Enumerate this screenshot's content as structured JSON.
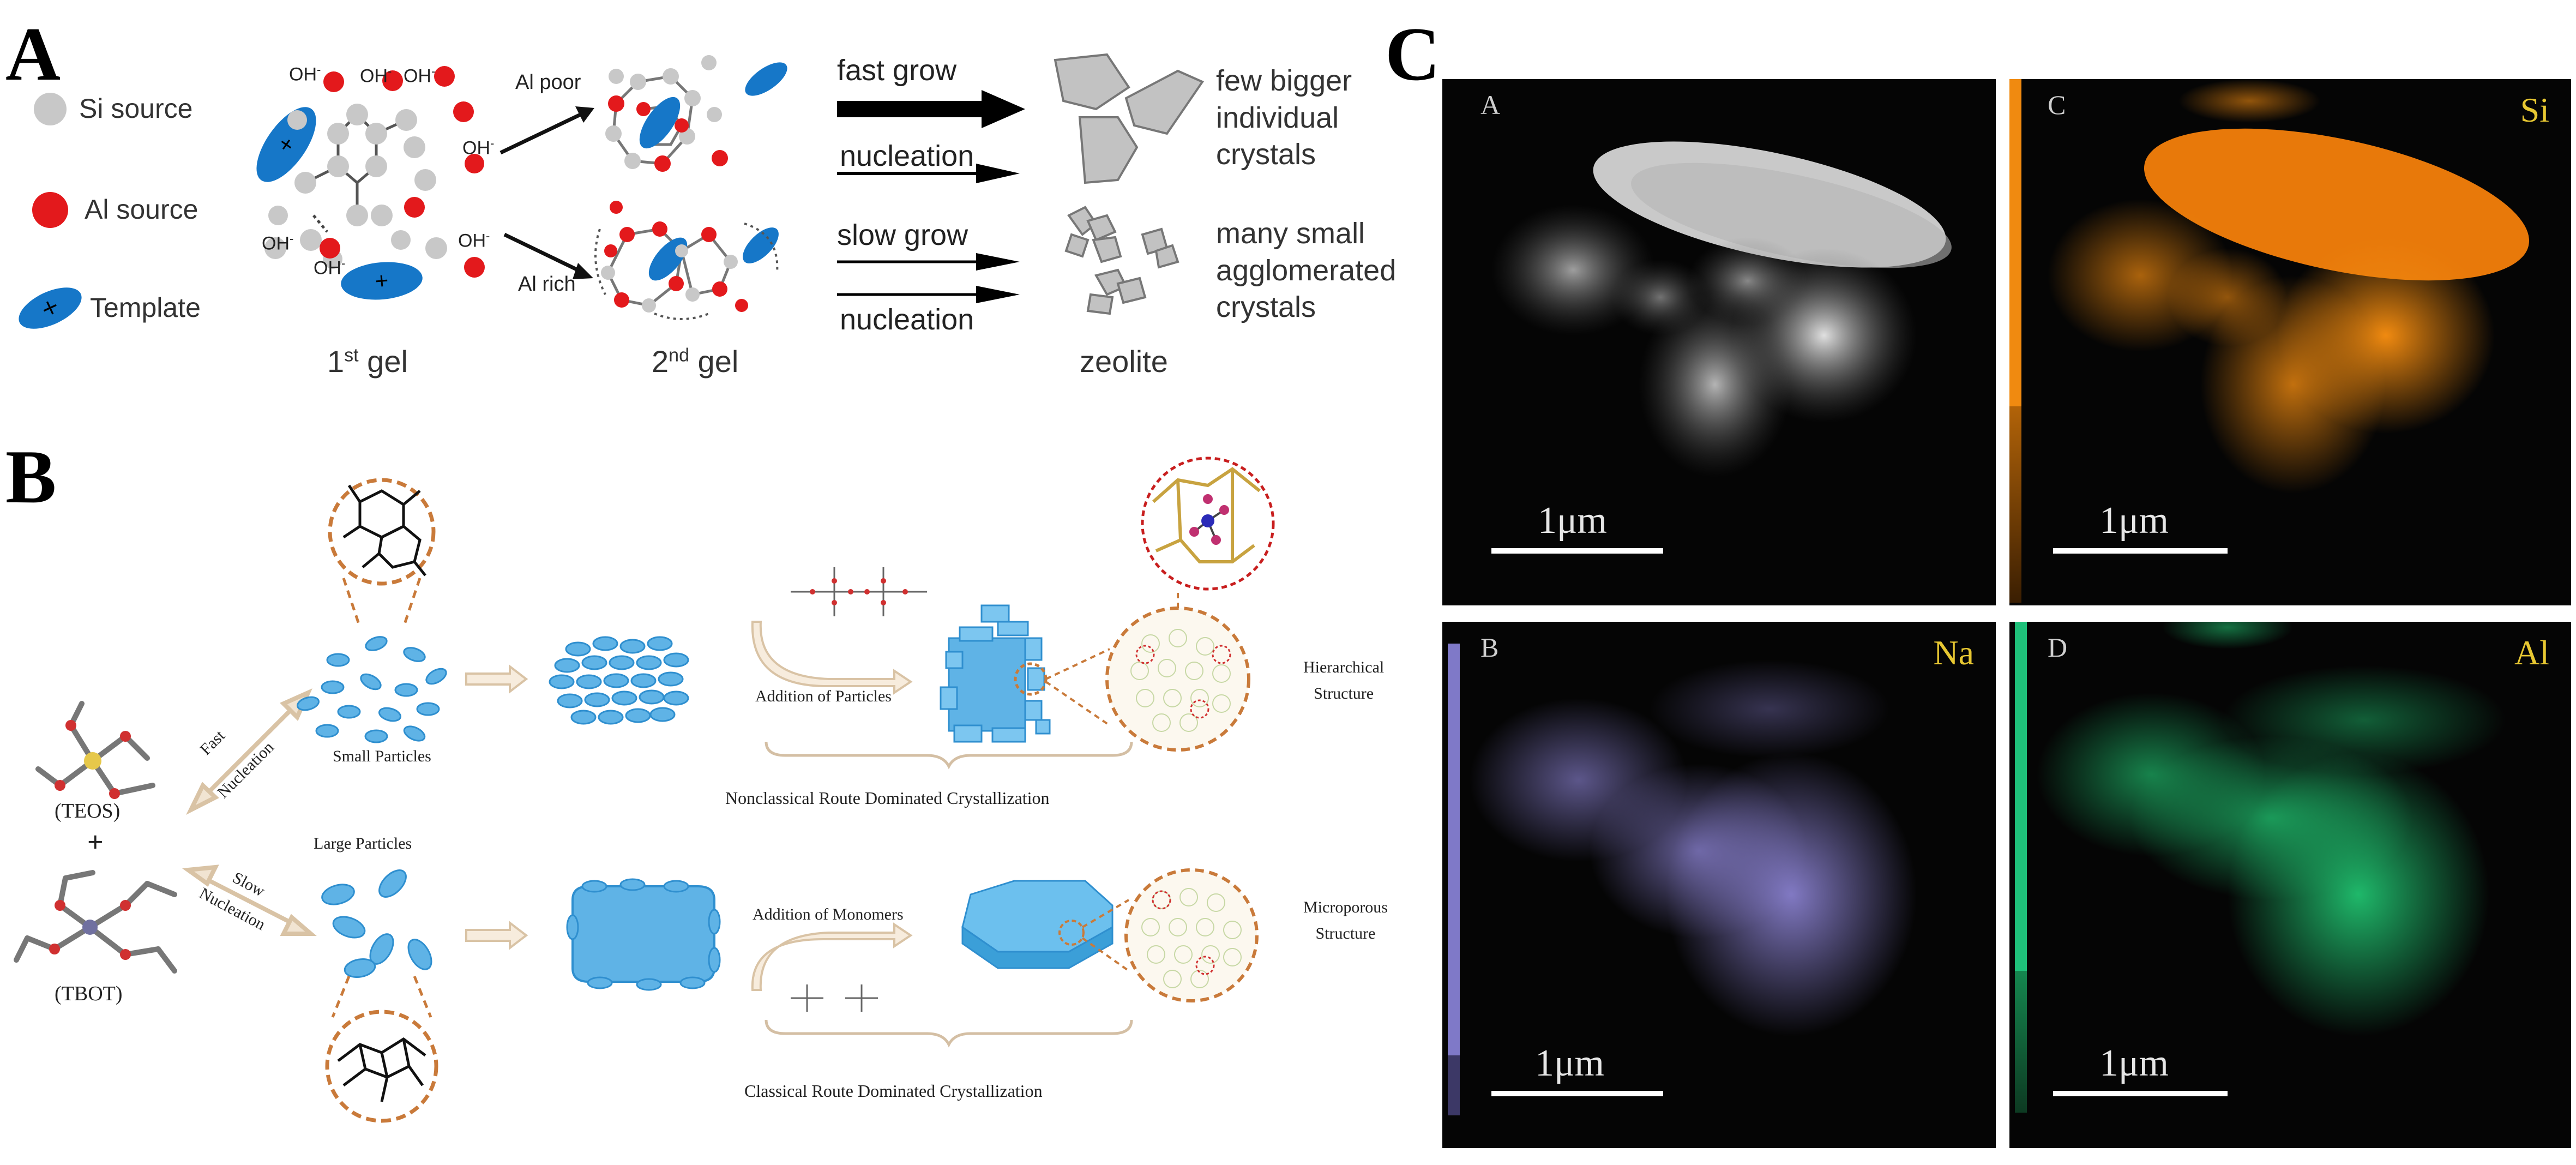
{
  "panel_a": {
    "letter": "A",
    "legend": [
      {
        "label": "Si source",
        "color": "#c8c8c8"
      },
      {
        "label": "Al source",
        "color": "#e3191c"
      },
      {
        "label": "Template",
        "color": "#1677c8"
      }
    ],
    "oh": "OH",
    "oh_sup": "-",
    "gel1_main": "1",
    "gel1_sup": "st",
    "gel1_tail": " gel",
    "gel2_main": "2",
    "gel2_sup": "nd",
    "gel2_tail": " gel",
    "al_poor": "Al poor",
    "al_rich": "Al rich",
    "fast_grow": "fast grow",
    "slow_grow": "slow grow",
    "nucleation_1": "nucleation",
    "nucleation_2": "nucleation",
    "few_bigger": [
      "few bigger",
      "individual",
      "crystals"
    ],
    "many_small": [
      "many small",
      "agglomerated",
      "crystals"
    ],
    "zeolite": "zeolite",
    "colors": {
      "si": "#c8c8c8",
      "al": "#e3191c",
      "template": "#1677c8",
      "crystal": "#bdbdbd"
    }
  },
  "panel_b": {
    "letter": "B",
    "teos": "(TEOS)",
    "plus": "+",
    "tbot": "(TBOT)",
    "fast": "Fast",
    "nucleation_fast": "Nucleation",
    "slow": "Slow",
    "nucleation_slow": "Nucleation",
    "small_particles": "Small Particles",
    "large_particles": "Large Particles",
    "addition_particles": "Addition of Particles",
    "addition_monomers": "Addition of Monomers",
    "nonclassical": "Nonclassical Route Dominated Crystallization",
    "classical": "Classical Route Dominated Crystallization",
    "hierarchical": [
      "Hierarchical",
      "Structure"
    ],
    "microporous": [
      "Microporous",
      "Structure"
    ],
    "colors": {
      "particle": "#5fb3e6",
      "particle_dark": "#2f8fcf",
      "ring": "#c97a3a",
      "arrow": "#e6d2b8"
    }
  },
  "panel_c": {
    "letter": "C",
    "panels": [
      {
        "id": "A",
        "element": "",
        "scale": "1μm",
        "map_color": "#d8d8d8"
      },
      {
        "id": "C",
        "element": "Si",
        "scale": "1μm",
        "map_color": "#f08a10"
      },
      {
        "id": "B",
        "element": "Na",
        "scale": "1μm",
        "map_color": "#8f86d8"
      },
      {
        "id": "D",
        "element": "Al",
        "scale": "1μm",
        "map_color": "#1fb86a"
      }
    ]
  }
}
